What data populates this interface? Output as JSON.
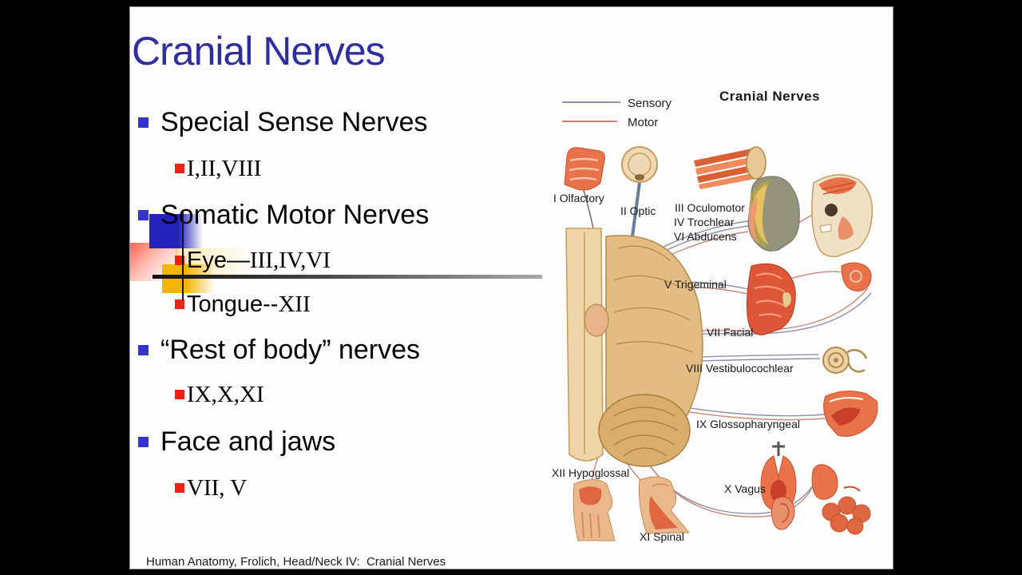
{
  "slide": {
    "title": "Cranial Nerves",
    "bullets": [
      {
        "level": 1,
        "text": "Special Sense Nerves"
      },
      {
        "level": 2,
        "prefix": "",
        "numerals": "I,II,VIII"
      },
      {
        "level": 1,
        "text": "Somatic Motor Nerves"
      },
      {
        "level": 2,
        "prefix": "Eye—",
        "numerals": "III,IV,VI"
      },
      {
        "level": 2,
        "prefix": "Tongue--",
        "numerals": "XII"
      },
      {
        "level": 1,
        "text": "“Rest of body” nerves"
      },
      {
        "level": 2,
        "prefix": "",
        "numerals": "IX,X,XI"
      },
      {
        "level": 1,
        "text": "Face and jaws"
      },
      {
        "level": 2,
        "prefix": "",
        "numerals": "VII, V"
      }
    ],
    "footer": "Human Anatomy, Frolich, Head/Neck IV:  Cranial Nerves"
  },
  "diagram": {
    "title": "Cranial Nerves",
    "legend": {
      "sensory": {
        "label": "Sensory",
        "color": "#8a93a6"
      },
      "motor": {
        "label": "Motor",
        "color": "#c98877"
      }
    },
    "labels": [
      {
        "text": "I Olfactory"
      },
      {
        "text": "II Optic"
      },
      {
        "text": "III Oculomotor"
      },
      {
        "text": "IV Trochlear"
      },
      {
        "text": "VI Abducens"
      },
      {
        "text": "V Trigeminal"
      },
      {
        "text": "VII Facial"
      },
      {
        "text": "VIII Vestibulocochlear"
      },
      {
        "text": "IX Glossopharyngeal"
      },
      {
        "text": "XII Hypoglossal"
      },
      {
        "text": "X Vagus"
      },
      {
        "text": "XI Spinal"
      }
    ]
  },
  "colors": {
    "title_blue": "#2e2e9e",
    "bullet_blue": "#3434cc",
    "bullet_red": "#ee2211",
    "overlay_blue": "#2323bb",
    "overlay_yellow": "#f2b500",
    "overlay_red": "#ff5544",
    "sensory_line": "#8a93a6",
    "motor_line": "#c98877"
  }
}
